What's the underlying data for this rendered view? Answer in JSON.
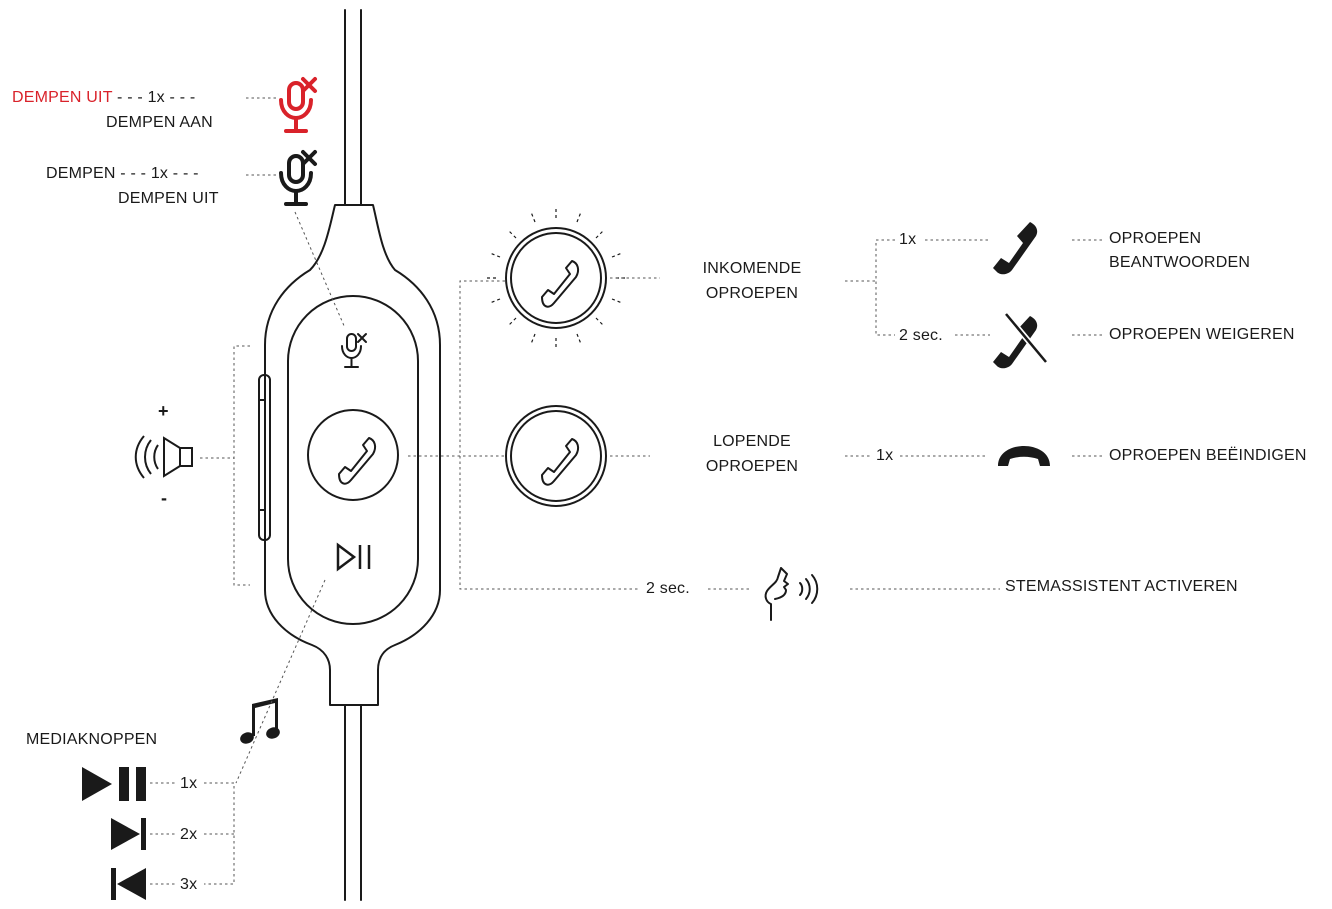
{
  "mute": {
    "top_line1": "DEMPEN UIT",
    "top_count": "1x",
    "top_line2": "DEMPEN AAN",
    "second_line1": "DEMPEN",
    "second_count": "1x",
    "second_line2": "DEMPEN UIT"
  },
  "volume": {
    "plus": "+",
    "minus": "-"
  },
  "incoming": {
    "label_line1": "INKOMENDE",
    "label_line2": "OPROEPEN",
    "answer_press": "1x",
    "answer_line1": "OPROEPEN",
    "answer_line2": "BEANTWOORDEN",
    "decline_press": "2 sec.",
    "decline_label": "OPROEPEN WEIGEREN"
  },
  "ongoing": {
    "label_line1": "LOPENDE",
    "label_line2": "OPROEPEN",
    "end_press": "1x",
    "end_label": "OPROEPEN BEËINDIGEN"
  },
  "voice": {
    "press": "2 sec.",
    "label": "STEMASSISTENT ACTIVEREN"
  },
  "media": {
    "title": "MEDIAKNOPPEN",
    "play_press": "1x",
    "next_press": "2x",
    "prev_press": "3x"
  },
  "colors": {
    "accent_red": "#d9222a",
    "ink": "#1a1a1a"
  }
}
